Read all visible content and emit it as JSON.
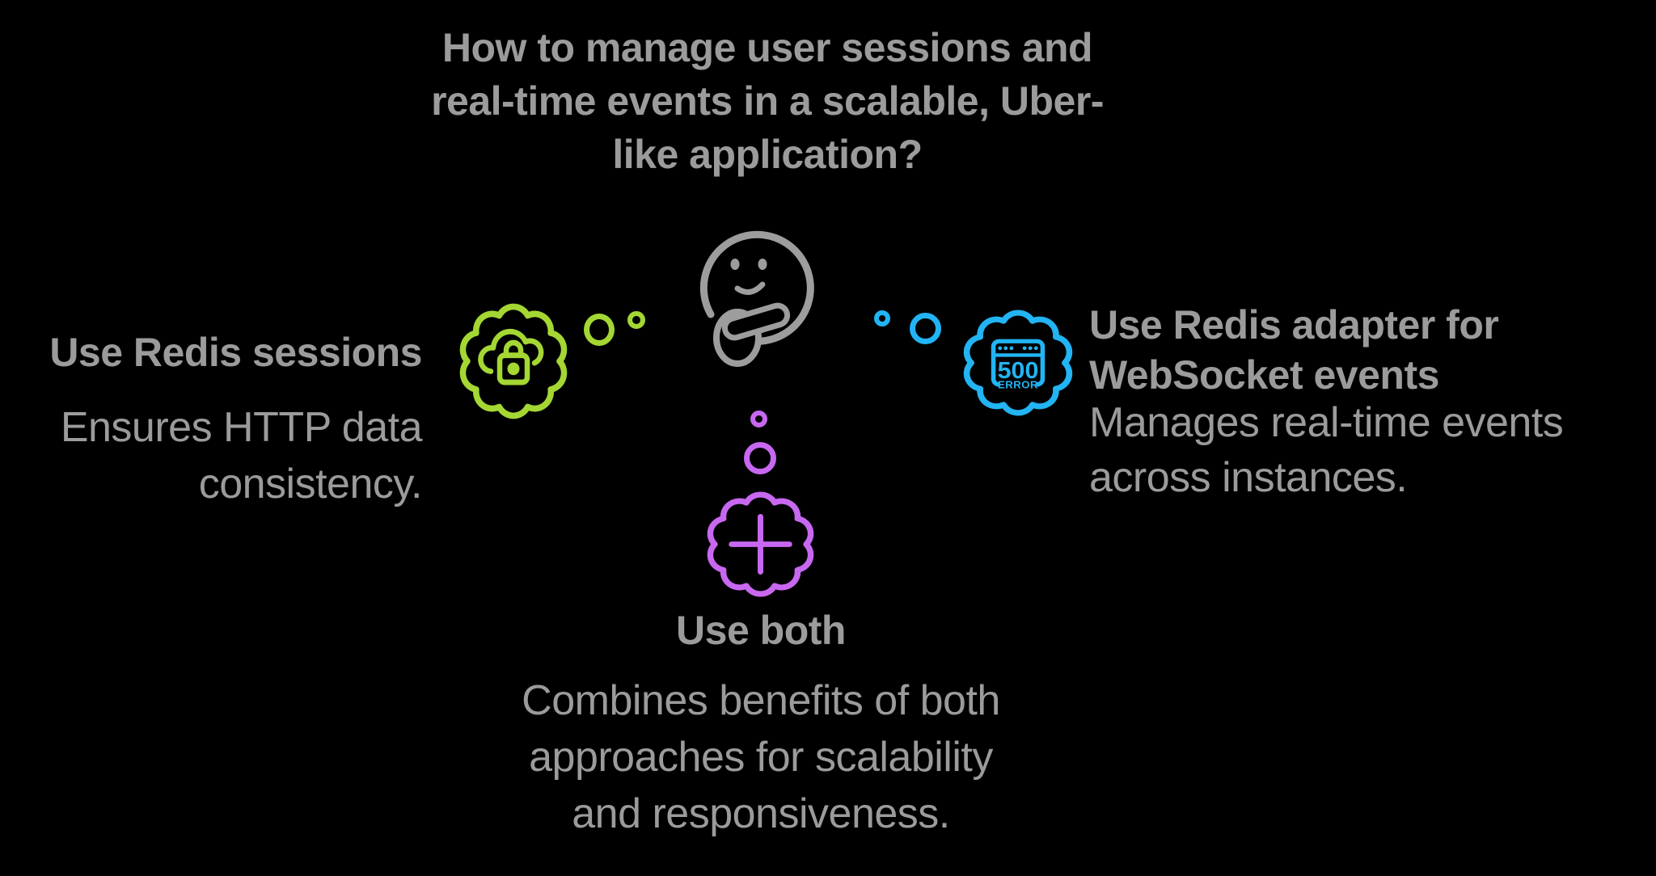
{
  "colors": {
    "bg": "#000000",
    "text": "#9b9b9b",
    "face": "#9d9d9d",
    "green": "#a4d733",
    "blue": "#22b4f3",
    "purple": "#c868f1"
  },
  "question": {
    "lines": [
      "How to manage user sessions and",
      "real-time events in a scalable, Uber-",
      "like application?"
    ]
  },
  "center": {
    "icon": "thinking-face"
  },
  "options": {
    "left": {
      "id": "redis-sessions",
      "accent": "#a4d733",
      "icon": "cloud-lock-thought-bubble",
      "title_lines": [
        "Use Redis sessions"
      ],
      "description_lines": [
        "Ensures HTTP data",
        "consistency."
      ]
    },
    "right": {
      "id": "redis-adapter",
      "accent": "#22b4f3",
      "icon": "server-500-error-thought-bubble",
      "error_code": "500",
      "error_label": "ERROR",
      "title_lines": [
        "Use Redis adapter for",
        "WebSocket events"
      ],
      "description_lines": [
        "Manages real-time events",
        "across instances."
      ]
    },
    "bottom": {
      "id": "use-both",
      "accent": "#c868f1",
      "icon": "plus-thought-bubble",
      "title_lines": [
        "Use both"
      ],
      "description_lines": [
        "Combines benefits of both",
        "approaches for scalability",
        "and responsiveness."
      ]
    }
  }
}
